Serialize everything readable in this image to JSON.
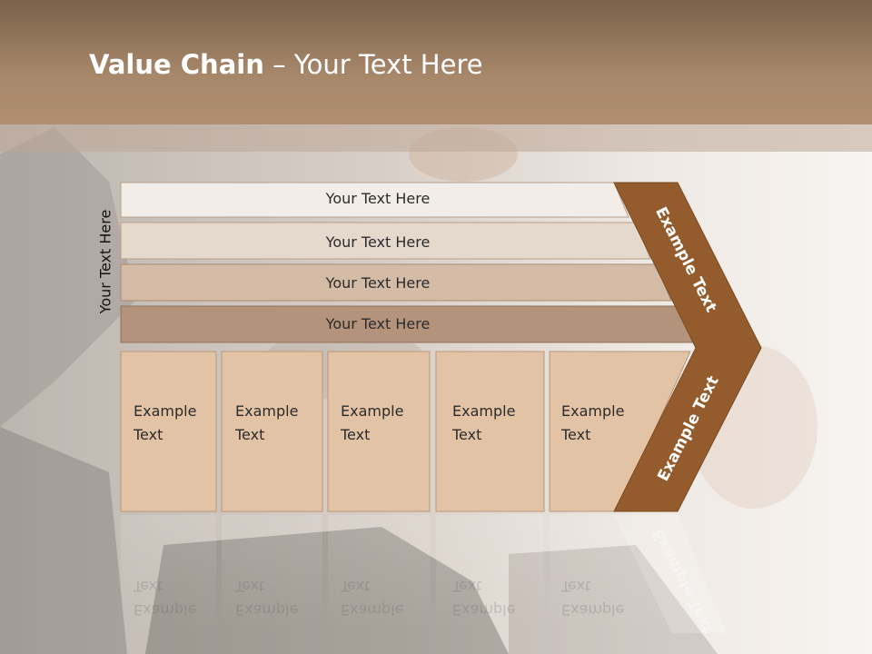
{
  "title": {
    "bold": "Value Chain",
    "rest": " – Your Text Here"
  },
  "side_label": "Your Text Here",
  "rows": [
    {
      "label": "Your Text Here",
      "color": "#f2ede7"
    },
    {
      "label": "Your Text Here",
      "color": "#e5d8cc"
    },
    {
      "label": "Your Text Here",
      "color": "#d3bba6"
    },
    {
      "label": "Your Text Here",
      "color": "#b3937b"
    }
  ],
  "columns": [
    {
      "line1": "Example",
      "line2": "Text"
    },
    {
      "line1": "Example",
      "line2": "Text"
    },
    {
      "line1": "Example",
      "line2": "Text"
    },
    {
      "line1": "Example",
      "line2": "Text"
    },
    {
      "line1": "Example",
      "line2": "Text"
    }
  ],
  "chevron": {
    "upper_label": "Example Text",
    "lower_label": "Example Text",
    "color": "#945c2c"
  },
  "colors": {
    "column_fill": "#e3c3a5",
    "title_bar": "#9a7a5e"
  }
}
